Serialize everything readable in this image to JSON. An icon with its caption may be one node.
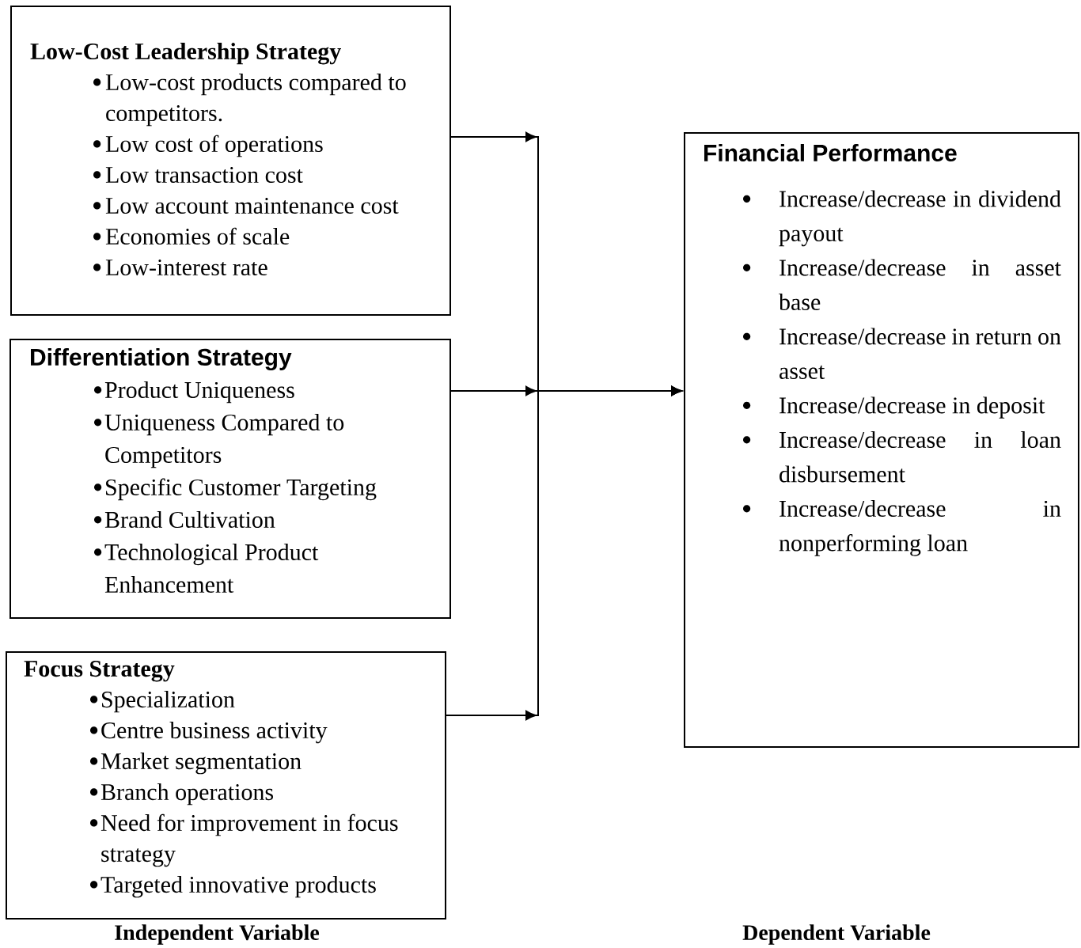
{
  "diagram": {
    "nodes": [
      {
        "text": [
          "Low-Cost Leadership Strategy",
          "Low-cost products compared to competitors.",
          "Low cost of operations",
          "Low transaction cost",
          "Low account maintenance cost",
          "Economies of scale",
          "Low-interest rate"
        ]
      },
      {
        "text": [
          "Differentiation Strategy",
          "Product Uniqueness",
          "Uniqueness Compared to Competitors",
          "Specific Customer Targeting",
          "Brand Cultivation",
          "Technological Product Enhancement"
        ]
      },
      {
        "text": [
          "Focus Strategy",
          "Specialization",
          "Centre business activity",
          "Market segmentation",
          "Branch operations",
          "Need for improvement in focus strategy",
          "Targeted innovative products"
        ]
      },
      {
        "text": [
          "Financial Performance",
          "Increase/decrease in dividend payout",
          "Increase/decrease in asset base",
          "Increase/decrease in return on asset",
          "Increase/decrease in deposit",
          "Increase/decrease in loan disbursement",
          "Increase/decrease in nonperforming loan"
        ]
      }
    ],
    "edges": [
      {
        "from": 0,
        "to": 3,
        "arrow": "to"
      },
      {
        "from": 1,
        "to": 3,
        "arrow": "to"
      },
      {
        "from": 2,
        "to": 3,
        "arrow": "to"
      }
    ],
    "labels": [
      "Independent Variable",
      "Dependent Variable"
    ]
  }
}
